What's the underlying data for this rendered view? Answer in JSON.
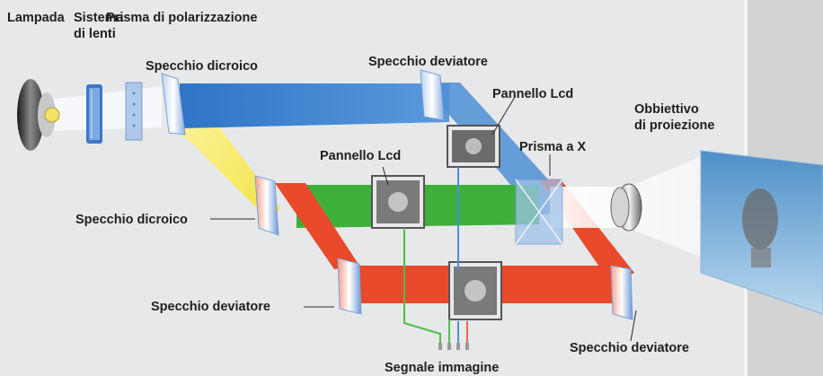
{
  "labels": {
    "lampada": "Lampada",
    "sistema_lenti_1": "Sistema",
    "sistema_lenti_2": "di lenti",
    "prisma_polarizzazione": "Prisma di polarizzazione",
    "specchio_dicroico_top": "Specchio dicroico",
    "specchio_deviatore_top": "Specchio deviatore",
    "pannello_lcd_top": "Pannello Lcd",
    "obbiettivo_1": "Obbiettivo",
    "obbiettivo_2": "di proiezione",
    "prisma_x": "Prisma a X",
    "pannello_lcd_mid": "Pannello Lcd",
    "specchio_dicroico_mid": "Specchio dicroico",
    "specchio_deviatore_left": "Specchio deviatore",
    "specchio_deviatore_right": "Specchio deviatore",
    "segnale_immagine": "Segnale immagine"
  },
  "colors": {
    "background": "#e7e8ea",
    "right_band": "#d2d3d5",
    "blue_beam": "#3f7fc9",
    "green_beam": "#3db03a",
    "red_beam": "#e84a2b",
    "yellow_beam": "#f2e64a",
    "white_beam": "#f6f8fb"
  },
  "icons": {
    "lamp": "lamp-icon",
    "lens": "lens-system-icon",
    "polarizer": "polarization-prism-icon",
    "lcd": "lcd-panel-icon",
    "projection_lens": "projection-lens-icon",
    "screen": "projection-screen-icon"
  }
}
